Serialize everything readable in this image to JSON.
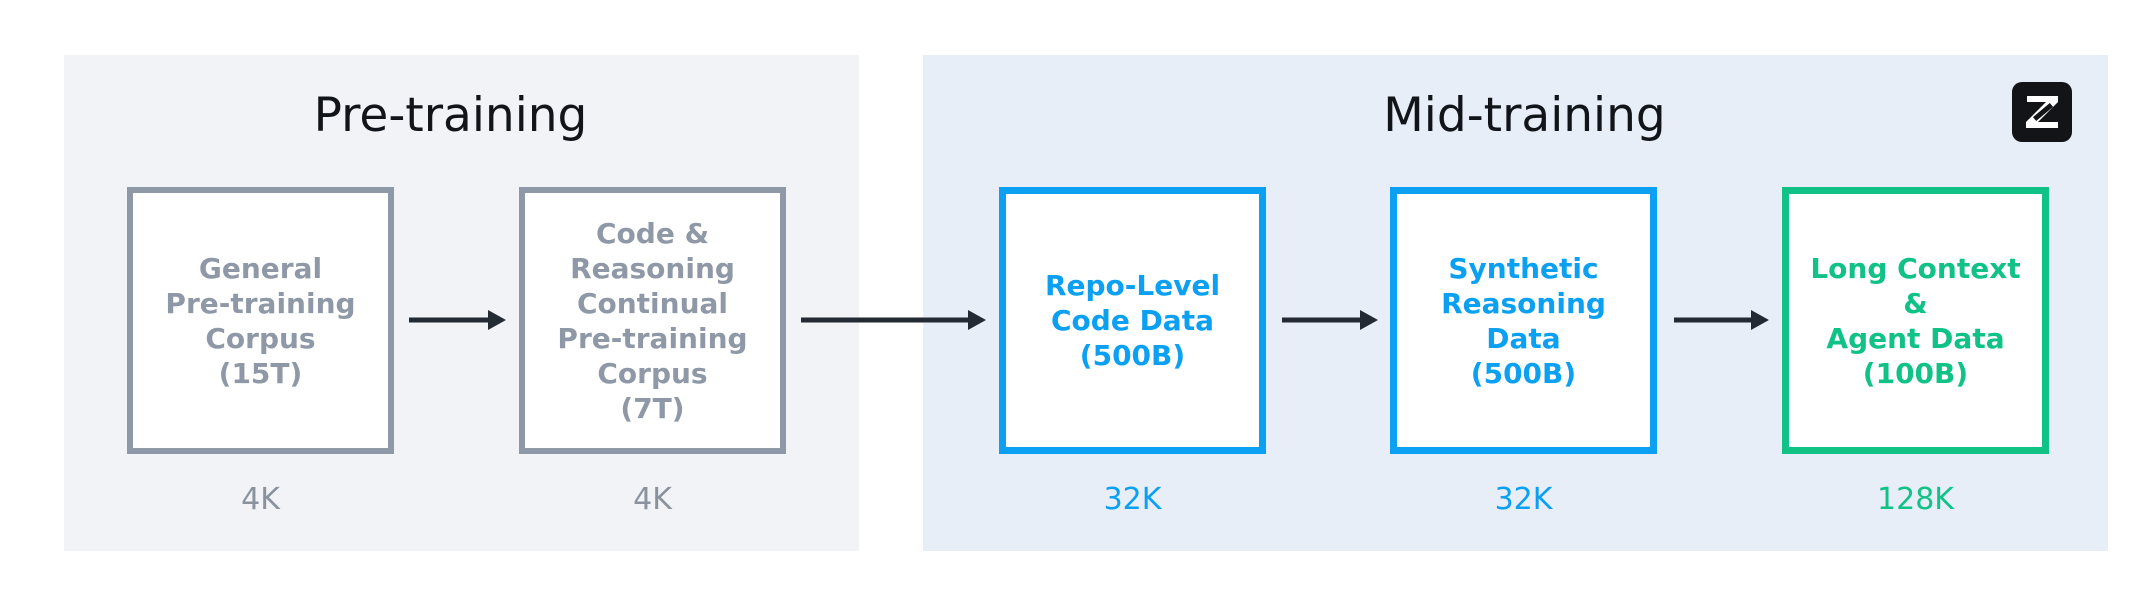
{
  "pre_training": {
    "title": "Pre-training",
    "boxes": [
      {
        "label": "General\nPre-training\nCorpus\n(15T)",
        "context": "4K"
      },
      {
        "label": "Code &\nReasoning\nContinual\nPre-training\nCorpus\n(7T)",
        "context": "4K"
      }
    ]
  },
  "mid_training": {
    "title": "Mid-training",
    "boxes": [
      {
        "label": "Repo-Level\nCode Data\n(500B)",
        "context": "32K"
      },
      {
        "label": "Synthetic\nReasoning Data\n(500B)",
        "context": "32K"
      },
      {
        "label": "Long Context &\nAgent Data\n(100B)",
        "context": "128K"
      }
    ]
  },
  "colors": {
    "pre_panel_bg": "#f1f3f7",
    "mid_panel_bg": "#e7eef7",
    "gray": "#8f98a6",
    "blue": "#0ba0f2",
    "green": "#11c287",
    "arrow": "#232a33"
  },
  "logo_icon": "z-logo-icon"
}
